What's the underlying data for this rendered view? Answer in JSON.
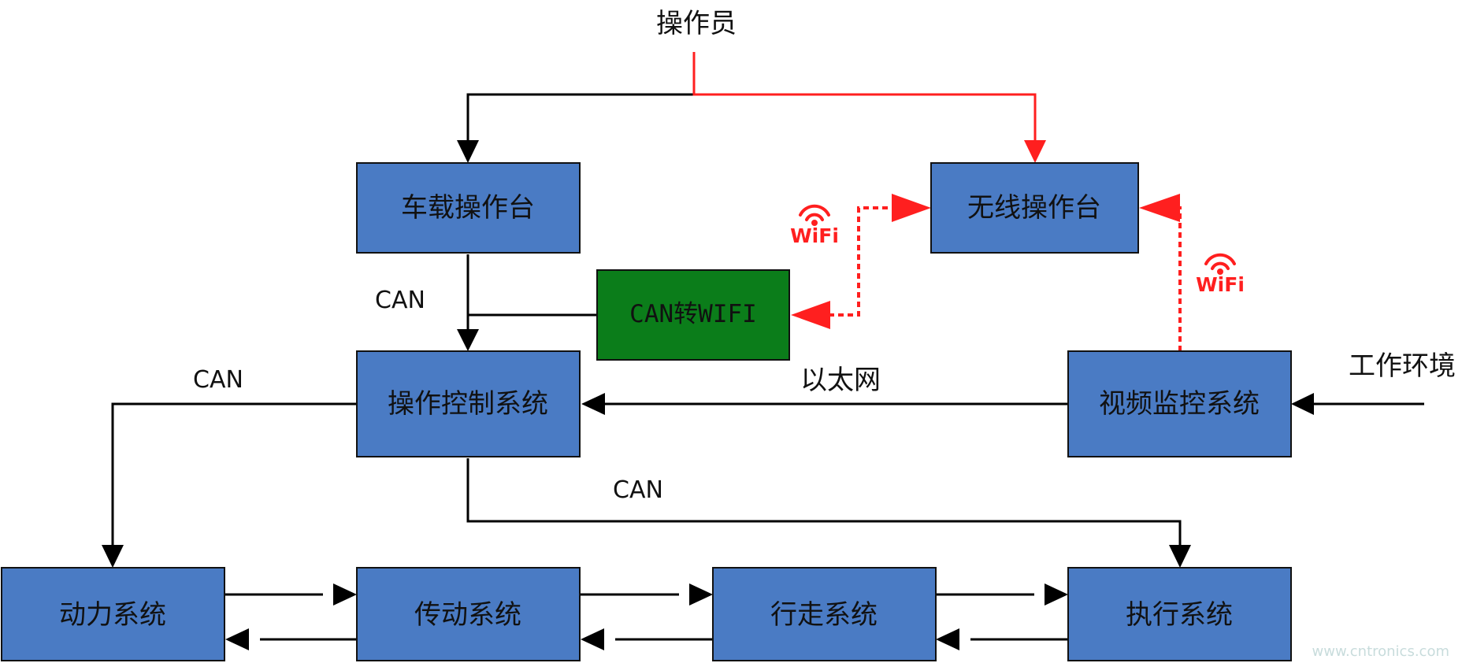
{
  "labels": {
    "operator": "操作员",
    "environment": "工作环境",
    "ethernet": "以太网",
    "can_1": "CAN",
    "can_2": "CAN",
    "can_3": "CAN",
    "wifi_1": "WiFi",
    "wifi_2": "WiFi",
    "watermark": "www.cntronics.com"
  },
  "boxes": {
    "onboard_console": "车载操作台",
    "wireless_console": "无线操作台",
    "can_to_wifi": "CAN转WIFI",
    "operation_control": "操作控制系统",
    "video_monitoring": "视频监控系统",
    "power_system": "动力系统",
    "transmission_system": "传动系统",
    "travel_system": "行走系统",
    "execution_system": "执行系统"
  },
  "colors": {
    "box_fill": "#4a7bc4",
    "box_fill_green": "#0b7d1a",
    "line_black": "#000000",
    "line_red": "#ff1f1f"
  }
}
